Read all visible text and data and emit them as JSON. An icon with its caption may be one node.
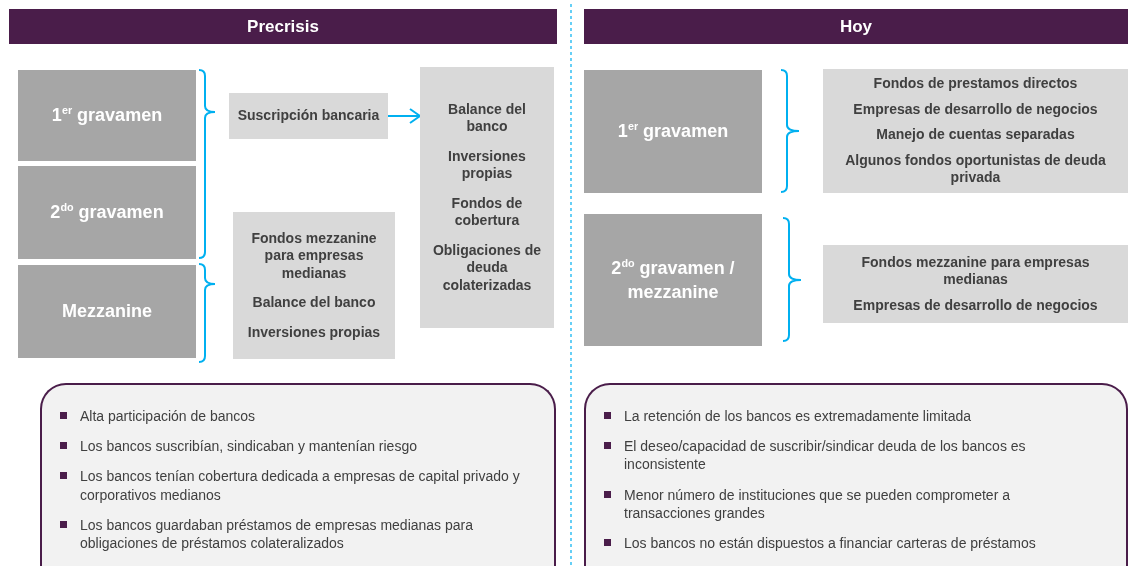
{
  "diagram": {
    "nodes": [
      {
        "text": [
          "Precrisis"
        ]
      },
      {
        "text": [
          "Hoy"
        ]
      },
      {
        "text": [
          "1$^{er}$ gravamen"
        ]
      },
      {
        "text": [
          "2$^{do}$ gravamen"
        ]
      },
      {
        "text": [
          "Mezzanine"
        ]
      },
      {
        "text": [
          "Suscripción bancaria"
        ]
      },
      {
        "text": [
          "Fondos mezzanine para empresas medianas",
          "Balance del banco",
          "Inversiones propias"
        ]
      },
      {
        "text": [
          "Balance del banco",
          "Inversiones propias",
          "Fondos de cobertura",
          "Obligaciones de deuda colaterizadas"
        ]
      },
      {
        "text": [
          "1$^{er}$ gravamen"
        ]
      },
      {
        "text": [
          "Fondos de prestamos directos",
          "Empresas de desarrollo de negocios",
          "Manejo de cuentas separadas",
          "Algunos fondos oportunistas de deuda privada"
        ]
      },
      {
        "text": [
          "2$^{do}$ gravamen / mezzanine"
        ]
      },
      {
        "text": [
          "Fondos mezzanine para empresas medianas",
          "Empresas de desarrollo de negocios"
        ]
      },
      {
        "text": [
          "Alta participación de bancos",
          "Los bancos suscribían, sindicaban y mantenían riesgo",
          "Los bancos tenían cobertura dedicada a  empresas de capital privado y corporativos medianos",
          "Los bancos guardaban préstamos de empresas medianas para obligaciones de préstamos colateralizados"
        ]
      },
      {
        "text": [
          "La retención de los bancos es extremadamente limitada",
          "El deseo/capacidad de suscribir/sindicar deuda de los bancos es inconsistente",
          "Menor número de instituciones que se pueden comprometer a transacciones grandes",
          "Los bancos no están dispuestos a financiar carteras de préstamos"
        ]
      }
    ],
    "edges": [
      {
        "from": 5,
        "to": 7,
        "arrow": "to"
      }
    ]
  }
}
